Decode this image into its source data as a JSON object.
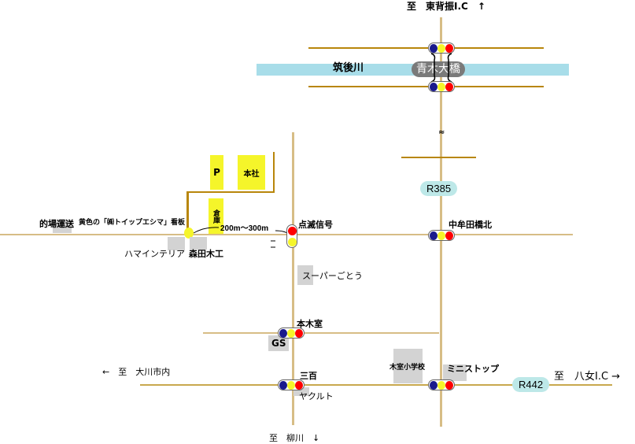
{
  "map": {
    "directions": {
      "north": "至　東背振I.C　↑",
      "south": "至　柳川　↓",
      "west": "←　至　大川市内",
      "east": "至　八女I.C →"
    },
    "river": {
      "name": "筑後川"
    },
    "bridge": {
      "name": "青木大橋"
    },
    "routes": {
      "r385": "R385",
      "r442": "R442"
    },
    "wave_mark": "≈",
    "company": {
      "parking": "P",
      "head_office": "本社",
      "warehouse": "倉庫"
    },
    "distance": "200m～300m",
    "signboard": "黄色の「㈱トイップエシマ」看板",
    "places": {
      "matoba": "的場運送",
      "hama": "ハマインテリア",
      "morita": "森田木工",
      "super": "スーパーごとう",
      "gs": "GS",
      "yakult": "ヤクルト",
      "school": "木室小学校",
      "ministop": "ミニストップ"
    },
    "intersections": {
      "blinking": "点滅信号",
      "nakamuta": "中牟田橋北",
      "kimuro": "本木室",
      "sanbyaku": "三百"
    },
    "colors": {
      "road": "#d7bd86",
      "road_dark": "#b8860b",
      "river": "#a8dde9",
      "signal_blue": "#1a1a8c",
      "signal_yellow": "#f5f52a",
      "signal_red": "#ff0000",
      "highlight": "#f5f52a",
      "landmark": "#d3d3d3",
      "route_badge": "#bde8e8"
    }
  }
}
